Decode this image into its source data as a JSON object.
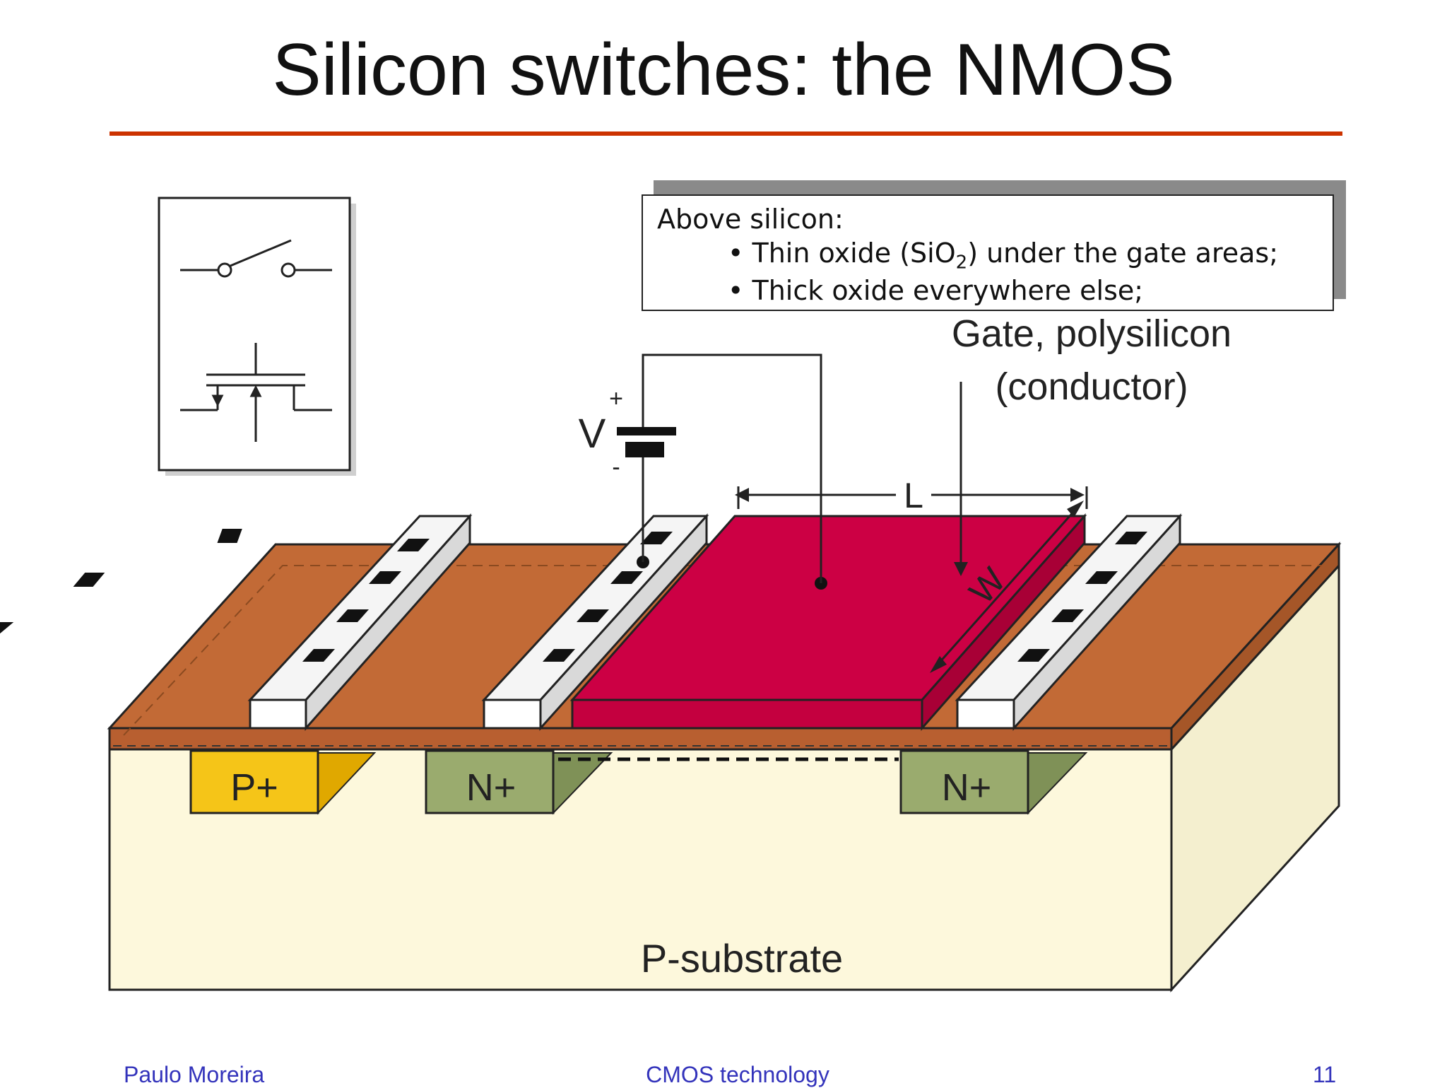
{
  "slide": {
    "title": "Silicon switches: the NMOS",
    "footer_left": "Paulo Moreira",
    "footer_center": "CMOS technology",
    "page_number": "11"
  },
  "callout": {
    "heading": "Above silicon:",
    "bullet1_pre": "Thin oxide (SiO",
    "bullet1_sub": "2",
    "bullet1_post": ") under the gate areas;",
    "bullet2": "Thick oxide everywhere else;"
  },
  "labels": {
    "gate_line1": "Gate, polysilicon",
    "gate_line2": "(conductor)",
    "voltage": "V",
    "plus": "+",
    "minus": "-",
    "length": "L",
    "width": "W",
    "p_plus": "P+",
    "n_plus_left": "N+",
    "n_plus_right": "N+",
    "substrate": "P-substrate"
  },
  "colors": {
    "accent_rule": "#cc3300",
    "oxide": "#c26a36",
    "polysilicon_gate": "#cc0044",
    "substrate": "#fdf8dc",
    "p_plus": "#f5c518",
    "n_plus": "#9aab6e",
    "footer_text": "#3333bb"
  },
  "icons": [
    "switch-symbol-icon",
    "nmos-transistor-symbol-icon",
    "battery-icon"
  ]
}
